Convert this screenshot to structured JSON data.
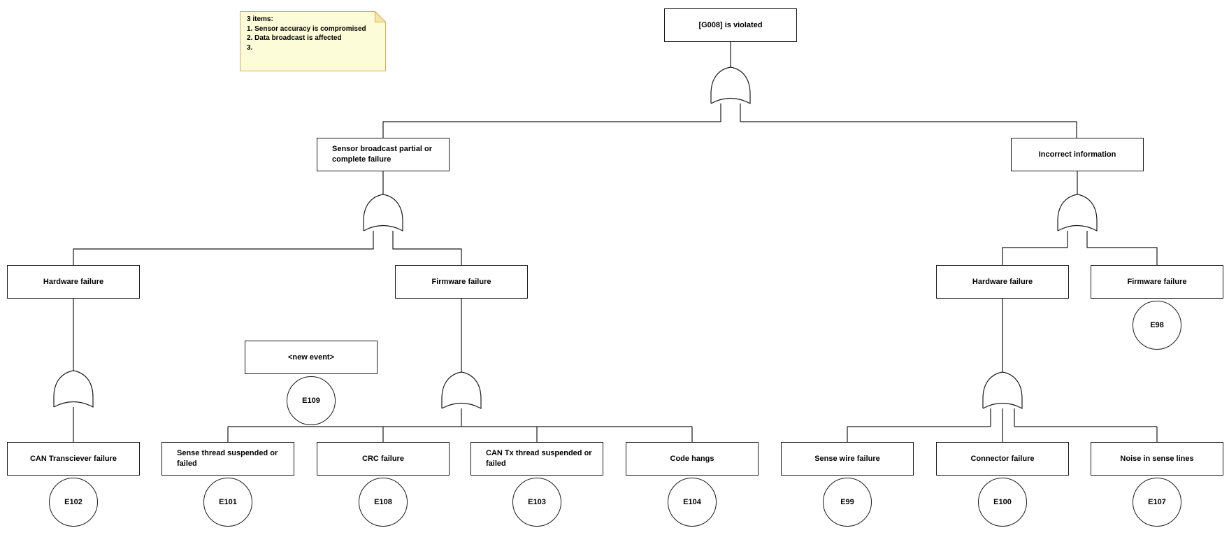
{
  "colors": {
    "line": "#1a1a1a",
    "note_fill": "#fcfcd8",
    "note_border": "#dfa75c",
    "note_fold": "#f1e9a5"
  },
  "note": {
    "lines": [
      "3 items:",
      "1. Sensor accuracy is compromised",
      "2. Data broadcast is affected",
      "3."
    ]
  },
  "nodes": {
    "root": {
      "label": "[G008] is violated"
    },
    "sensor_branch": {
      "label": "Sensor broadcast partial or complete failure"
    },
    "incorrect_branch": {
      "label": "Incorrect information"
    },
    "hardware_left": {
      "label": "Hardware failure"
    },
    "firmware_left": {
      "label": "Firmware failure"
    },
    "hardware_right": {
      "label": "Hardware failure"
    },
    "firmware_right": {
      "label": "Firmware failure"
    },
    "new_event": {
      "label": "<new event>"
    },
    "can_transciever": {
      "label": "CAN Transciever failure"
    },
    "sense_thread": {
      "label": "Sense thread suspended or failed"
    },
    "crc": {
      "label": "CRC failure"
    },
    "can_tx": {
      "label": "CAN Tx thread suspended or failed"
    },
    "code_hangs": {
      "label": "Code hangs"
    },
    "sense_wire": {
      "label": "Sense wire failure"
    },
    "connector": {
      "label": "Connector failure"
    },
    "noise": {
      "label": "Noise in sense lines"
    }
  },
  "badges": {
    "e98": "E98",
    "e99": "E99",
    "e100": "E100",
    "e101": "E101",
    "e102": "E102",
    "e103": "E103",
    "e104": "E104",
    "e107": "E107",
    "e108": "E108",
    "e109": "E109"
  }
}
